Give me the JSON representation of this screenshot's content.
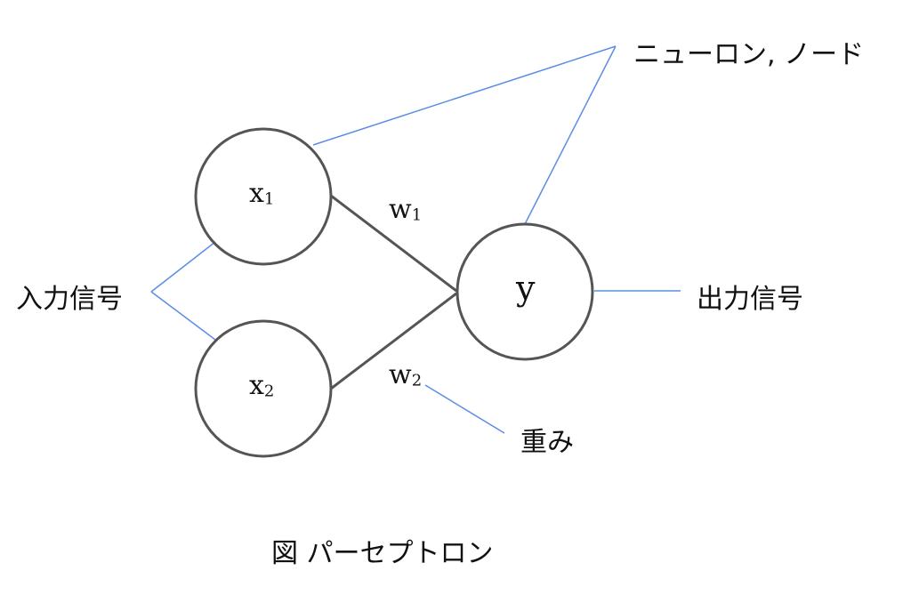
{
  "colors": {
    "node_stroke": "#555555",
    "edge": "#555555",
    "annotation": "#5b8ee6"
  },
  "nodes": {
    "x1": {
      "base": "x",
      "sub": "1"
    },
    "x2": {
      "base": "x",
      "sub": "2"
    },
    "y": {
      "base": "y"
    }
  },
  "weights": {
    "w1": {
      "base": "w",
      "sub": "1"
    },
    "w2": {
      "base": "w",
      "sub": "2"
    }
  },
  "labels": {
    "neuron": "ニューロン, ノード",
    "input": "入力信号",
    "output": "出力信号",
    "weight": "重み"
  },
  "caption": "図 パーセプトロン"
}
